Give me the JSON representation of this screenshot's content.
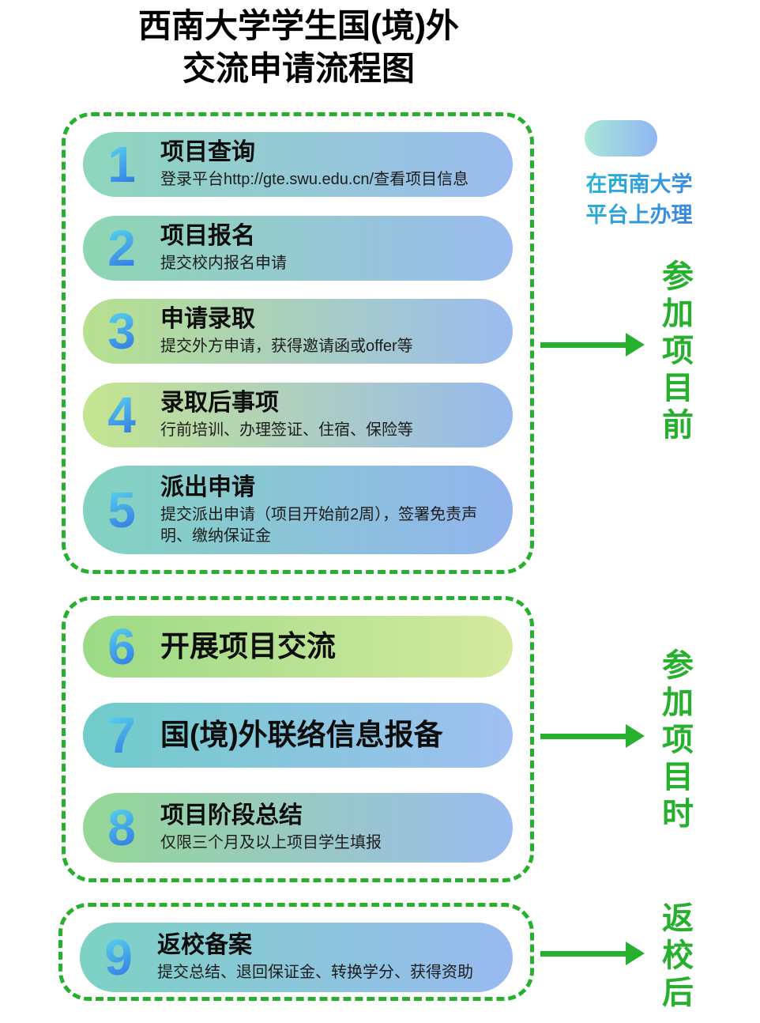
{
  "title": {
    "line1": "西南大学学生国(境)外",
    "line2": "交流申请流程图"
  },
  "legend": {
    "line1": "在西南大学",
    "line2": "平台上办理"
  },
  "groups": [
    {
      "label": "参加项目前",
      "steps": [
        {
          "num": "1",
          "title": "项目查询",
          "desc": "登录平台http://gte.swu.edu.cn/查看项目信息"
        },
        {
          "num": "2",
          "title": "项目报名",
          "desc": "提交校内报名申请"
        },
        {
          "num": "3",
          "title": "申请录取",
          "desc": "提交外方申请，获得邀请函或offer等"
        },
        {
          "num": "4",
          "title": "录取后事项",
          "desc": "行前培训、办理签证、住宿、保险等"
        },
        {
          "num": "5",
          "title": "派出申请",
          "desc": "提交派出申请（项目开始前2周），签署免责声明、缴纳保证金"
        }
      ]
    },
    {
      "label": "参加项目时",
      "steps": [
        {
          "num": "6",
          "title": "开展项目交流",
          "desc": ""
        },
        {
          "num": "7",
          "title": "国(境)外联络信息报备",
          "desc": ""
        },
        {
          "num": "8",
          "title": "项目阶段总结",
          "desc": "仅限三个月及以上项目学生填报"
        }
      ]
    },
    {
      "label": "返校后",
      "steps": [
        {
          "num": "9",
          "title": "返校备案",
          "desc": "提交总结、退回保证金、转换学分、获得资助"
        }
      ]
    }
  ],
  "colors": {
    "accent_green": "#27b02e",
    "number_gradient_start": "#5adcec",
    "number_gradient_end": "#2f6fe4",
    "pill_gradient_left_teal": "#83d3c0",
    "pill_gradient_left_green": "#b7e18e",
    "pill_gradient_right_blue": "#9bbcf0"
  }
}
